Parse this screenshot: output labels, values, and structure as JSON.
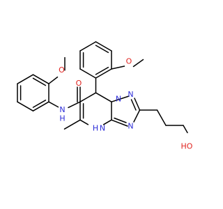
{
  "colors": {
    "bond": "#000000",
    "carbon": "#000000",
    "nitrogen": "#2b2bd8",
    "oxygen": "#e0231f"
  },
  "atoms": {
    "o_methoxy_left": "O",
    "o_methoxy_top": "O",
    "o_amide": "O",
    "n_amide_h": "N",
    "h_amide": "H",
    "n_bridge": "N",
    "n_triazole_top": "N",
    "n_triazole_bottom": "N",
    "n_ring_nh": "N",
    "h_ring_nh": "H",
    "o_hydroxyl": "HO"
  }
}
